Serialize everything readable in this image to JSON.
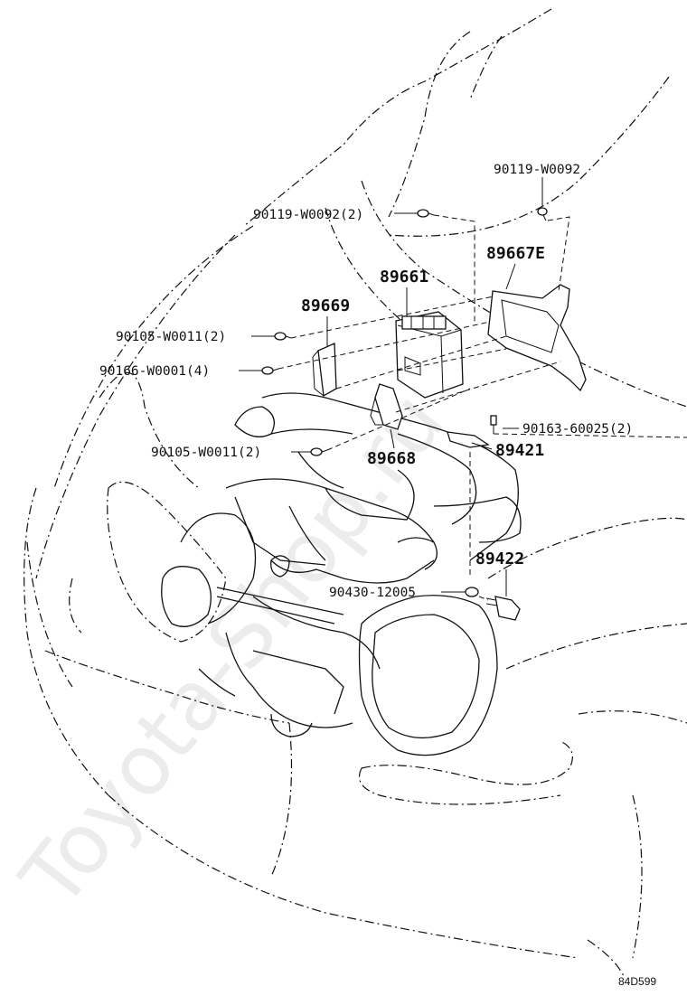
{
  "labels": {
    "bolt_top_right": "90119-W0092",
    "bolt_top_left": "90119-W0092(2)",
    "bracket_e": "89667E",
    "ecu": "89661",
    "bracket_left": "89669",
    "bolt_a": "90105-W0011(2)",
    "bolt_b": "90166-W0001(4)",
    "screw": "90163-60025(2)",
    "sensor_plate": "89421",
    "bolt_c": "90105-W0011(2)",
    "bracket_mid": "89668",
    "sensor": "89422",
    "gasket": "90430-12005"
  },
  "watermark": "Toyota-Shop.ru",
  "diagram_code": "84D599"
}
